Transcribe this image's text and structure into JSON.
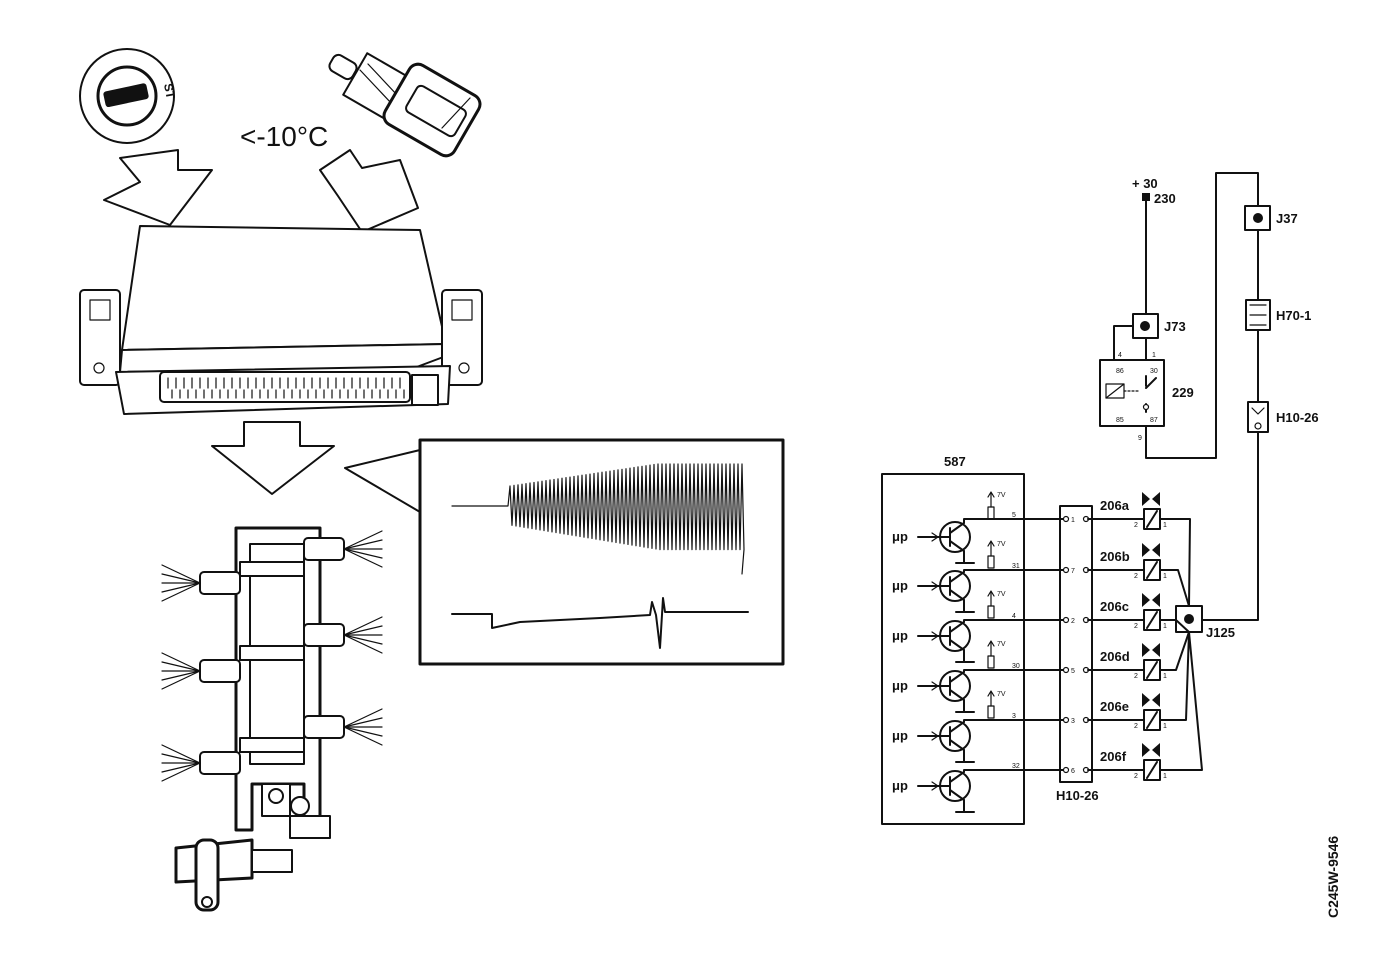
{
  "illustration": {
    "temperature_label": "<-10°C",
    "ignition_switch_mark": "ST"
  },
  "circuit": {
    "supply": {
      "plus_label": "+ 30",
      "wire_label": "230"
    },
    "connectors": {
      "j37": "J37",
      "j73": "J73",
      "h70": "H70-1",
      "h10_top": "H10-26",
      "h10_bottom": "H10-26",
      "j125": "J125"
    },
    "relay": {
      "label": "229",
      "pins": {
        "p4": "4",
        "p1": "1",
        "p86": "86",
        "p30": "30",
        "p85": "85",
        "p87": "87",
        "p9": "9"
      }
    },
    "ecu": {
      "label": "587",
      "drivers": [
        {
          "input": "μp",
          "pin": "5"
        },
        {
          "input": "μp",
          "pin": "31"
        },
        {
          "input": "μp",
          "pin": "4"
        },
        {
          "input": "μp",
          "pin": "30"
        },
        {
          "input": "μp",
          "pin": "3"
        },
        {
          "input": "μp",
          "pin": "32"
        }
      ],
      "supply_voltage": "7V"
    },
    "injectors": [
      {
        "label": "206a",
        "conn_pin": "1"
      },
      {
        "label": "206b",
        "conn_pin": "7"
      },
      {
        "label": "206c",
        "conn_pin": "2"
      },
      {
        "label": "206d",
        "conn_pin": "5"
      },
      {
        "label": "206e",
        "conn_pin": "3"
      },
      {
        "label": "206f",
        "conn_pin": "6"
      }
    ],
    "injector_pins": {
      "a": "2",
      "b": "1"
    }
  },
  "figure_code": "C245W-9546"
}
